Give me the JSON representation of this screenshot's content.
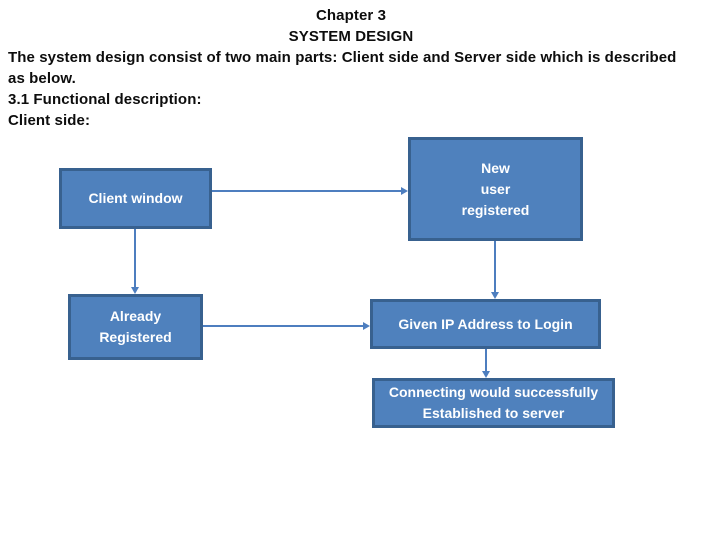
{
  "slide": {
    "chapter_title": "Chapter 3",
    "chapter_subtitle": "SYSTEM DESIGN",
    "intro_line1": "The system design consist of two main parts: Client side and Server side which is described",
    "intro_line2": "as below.",
    "section_heading": "3.1 Functional description:",
    "subsection_label": "Client side:"
  },
  "flowchart": {
    "boxes": {
      "client_window": {
        "label": "Client window"
      },
      "new_user_registered": {
        "label": "New\nuser\nregistered"
      },
      "already_registered": {
        "label": "Already\nRegistered"
      },
      "given_ip": {
        "label": "Given IP Address to Login"
      },
      "connection_established": {
        "label": "Connecting would successfully\nEstablished to server"
      }
    },
    "connectors": [
      {
        "from": "client_window",
        "to": "new_user_registered",
        "direction": "right"
      },
      {
        "from": "client_window",
        "to": "already_registered",
        "direction": "down"
      },
      {
        "from": "new_user_registered",
        "to": "given_ip",
        "direction": "down"
      },
      {
        "from": "already_registered",
        "to": "given_ip",
        "direction": "right"
      },
      {
        "from": "given_ip",
        "to": "connection_established",
        "direction": "down"
      }
    ],
    "colors": {
      "box_fill": "#4f81bd",
      "box_border": "#38618f",
      "connector": "#4d7ebf",
      "box_text": "#ffffff",
      "heading_text": "#0d0d0d"
    }
  }
}
